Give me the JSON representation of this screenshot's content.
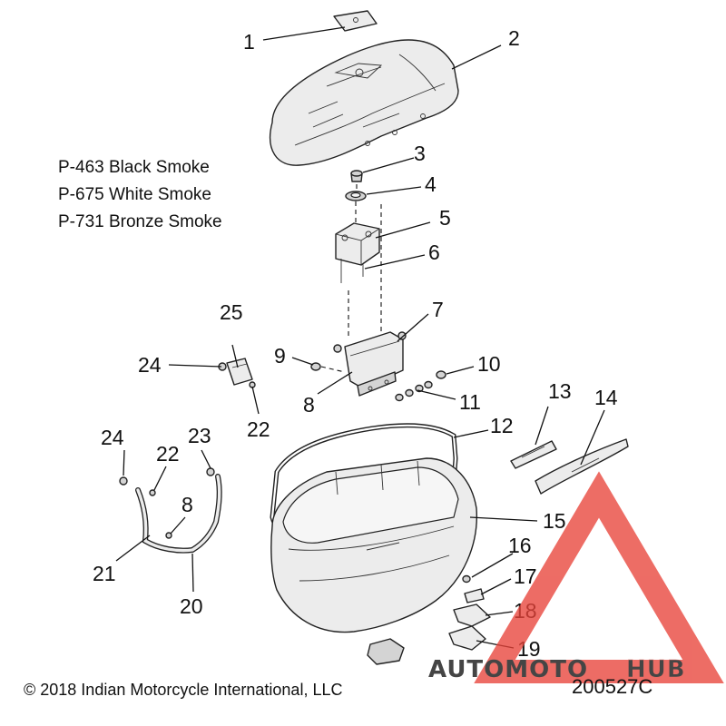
{
  "callouts": {
    "c1": "1",
    "c2": "2",
    "c3": "3",
    "c4": "4",
    "c5": "5",
    "c6": "6",
    "c7": "7",
    "c8a": "8",
    "c8b": "8",
    "c9": "9",
    "c10": "10",
    "c11": "11",
    "c12": "12",
    "c13": "13",
    "c14": "14",
    "c15": "15",
    "c16": "16",
    "c17": "17",
    "c18": "18",
    "c19": "19",
    "c20": "20",
    "c21": "21",
    "c22a": "22",
    "c22b": "22",
    "c23": "23",
    "c24a": "24",
    "c24b": "24",
    "c25": "25"
  },
  "color_notes": [
    "P-463 Black Smoke",
    "P-675 White Smoke",
    "P-731 Bronze Smoke"
  ],
  "copyright": "© 2018 Indian Motorcycle International, LLC",
  "diagram_number": "200527C",
  "watermark": {
    "text_part1": "AUTOMOTO",
    "text_part2": "HUB",
    "colors": {
      "triangle": "#e8443a",
      "part1": "#f5a623",
      "part2": "#ffffff"
    }
  }
}
